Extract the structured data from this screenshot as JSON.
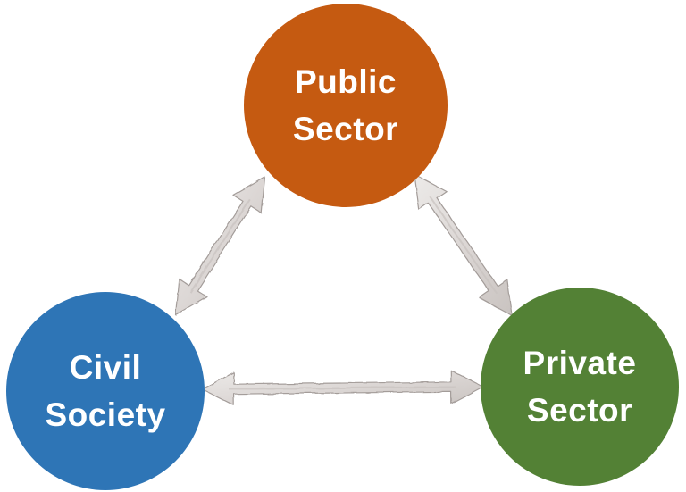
{
  "diagram": {
    "type": "cycle-diagram",
    "background": "#FFFFFF",
    "nodes": [
      {
        "id": "public-sector",
        "label": "Public Sector",
        "lines": [
          "Public",
          "Sector"
        ],
        "color": "#C55A11",
        "text_color": "#FFFFFF"
      },
      {
        "id": "civil-society",
        "label": "Civil Society",
        "lines": [
          "Civil",
          "Society"
        ],
        "color": "#2E75B6",
        "text_color": "#FFFFFF"
      },
      {
        "id": "private-sector",
        "label": "Private Sector",
        "lines": [
          "Private",
          "Sector"
        ],
        "color": "#538135",
        "text_color": "#FFFFFF"
      }
    ],
    "edges": [
      {
        "from": "civil-society",
        "to": "public-sector",
        "bidirectional": true
      },
      {
        "from": "public-sector",
        "to": "private-sector",
        "bidirectional": true
      },
      {
        "from": "civil-society",
        "to": "private-sector",
        "bidirectional": true
      }
    ],
    "arrow_colors": {
      "fill_light": "#ECEAE8",
      "fill_mid": "#D8D3D1",
      "fill_dark": "#C9C3C0",
      "outline": "#A39C99"
    }
  }
}
